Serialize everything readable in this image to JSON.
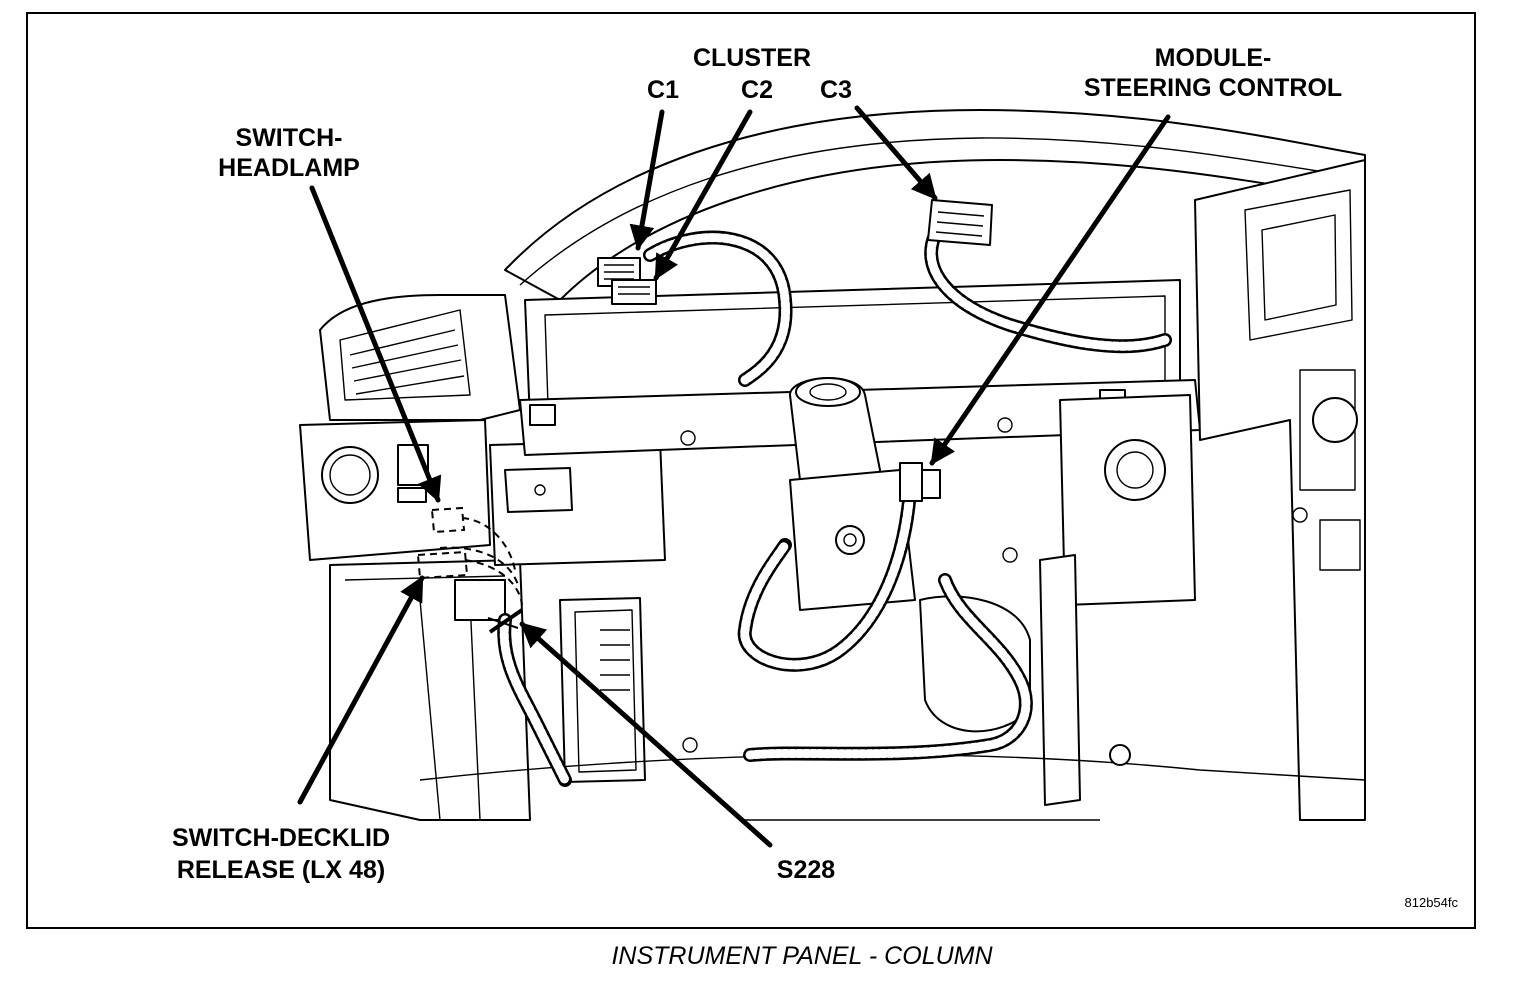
{
  "labels": {
    "cluster": "CLUSTER",
    "c1": "C1",
    "c2": "C2",
    "c3": "C3",
    "module_line1": "MODULE-",
    "module_line2": "STEERING CONTROL",
    "headlamp_line1": "SWITCH-",
    "headlamp_line2": "HEADLAMP",
    "decklid_line1": "SWITCH-DECKLID",
    "decklid_line2": "RELEASE (LX 48)",
    "splice": "S228"
  },
  "figure_code": "812b54fc",
  "caption": "INSTRUMENT PANEL - COLUMN"
}
